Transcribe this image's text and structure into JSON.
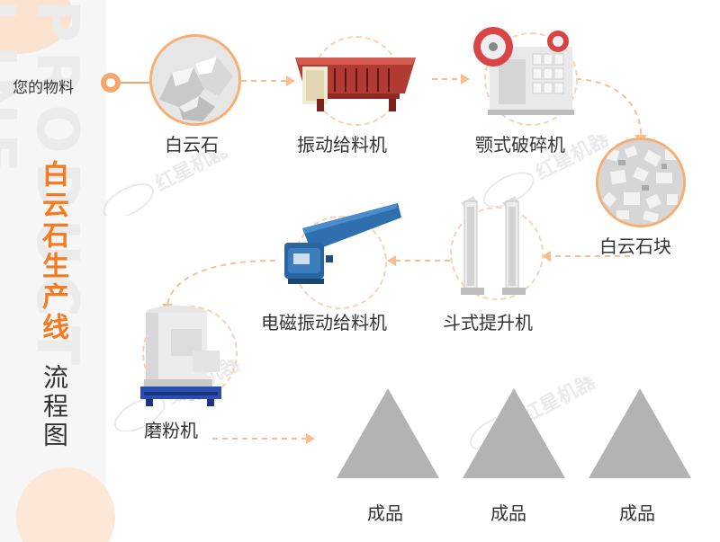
{
  "title": {
    "main": "白云石生产线",
    "sub": "流程图"
  },
  "watermark_text": "PRODUCT LINE",
  "brand_watermark": "红星机器",
  "input": {
    "label": "您的物料"
  },
  "steps": [
    {
      "label": "白云石"
    },
    {
      "label": "振动给料机"
    },
    {
      "label": "颚式破碎机"
    },
    {
      "label": "白云石块"
    },
    {
      "label": "斗式提升机"
    },
    {
      "label": "电磁振动给料机"
    },
    {
      "label": "磨粉机"
    }
  ],
  "products": [
    {
      "label": "成品"
    },
    {
      "label": "成品"
    },
    {
      "label": "成品"
    }
  ],
  "colors": {
    "accent": "#f47b20",
    "connector": "#f7bf90",
    "product_gray": "#b3b3b3"
  }
}
